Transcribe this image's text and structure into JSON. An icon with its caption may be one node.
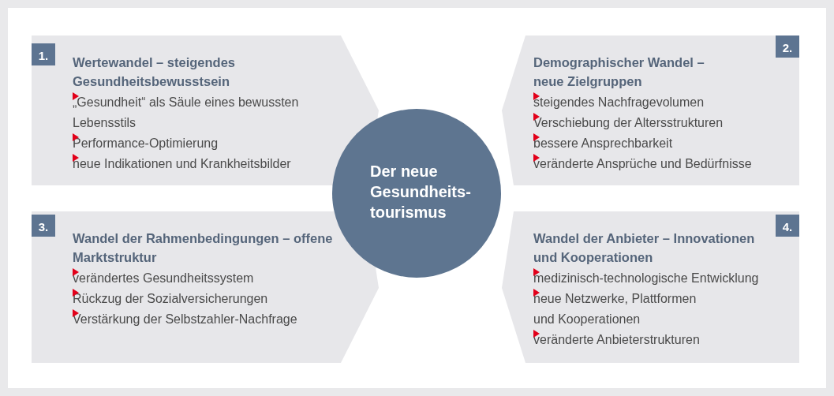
{
  "diagram": {
    "nodes": [
      {
        "text": [
          "Der neue Gesundheits-tourismus"
        ]
      },
      {
        "text": [
          "1.",
          "Wertewandel – steigendes Gesundheitsbewusstsein",
          "„Gesundheit“ als Säule eines bewussten Lebensstils",
          "Performance-Optimierung",
          "neue Indikationen und Krankheitsbilder"
        ]
      },
      {
        "text": [
          "2.",
          "Demographischer Wandel – neue Zielgruppen",
          "steigendes Nachfragevolumen",
          "Verschiebung der Altersstrukturen",
          "bessere Ansprechbarkeit",
          "veränderte Ansprüche und Bedürfnisse"
        ]
      },
      {
        "text": [
          "3.",
          "Wandel der Rahmenbedingungen – offene Marktstruktur",
          "verändertes Gesundheitssystem",
          "Rückzug der Sozialversicherungen",
          "Verstärkung der Selbstzahler-Nachfrage"
        ]
      },
      {
        "text": [
          "4.",
          "Wandel der Anbieter – Innovationen und Kooperationen",
          "medizinisch-technologische Entwicklung",
          "neue Netzwerke, Plattformen und Kooperationen",
          "veränderte Anbieterstrukturen"
        ]
      }
    ]
  }
}
